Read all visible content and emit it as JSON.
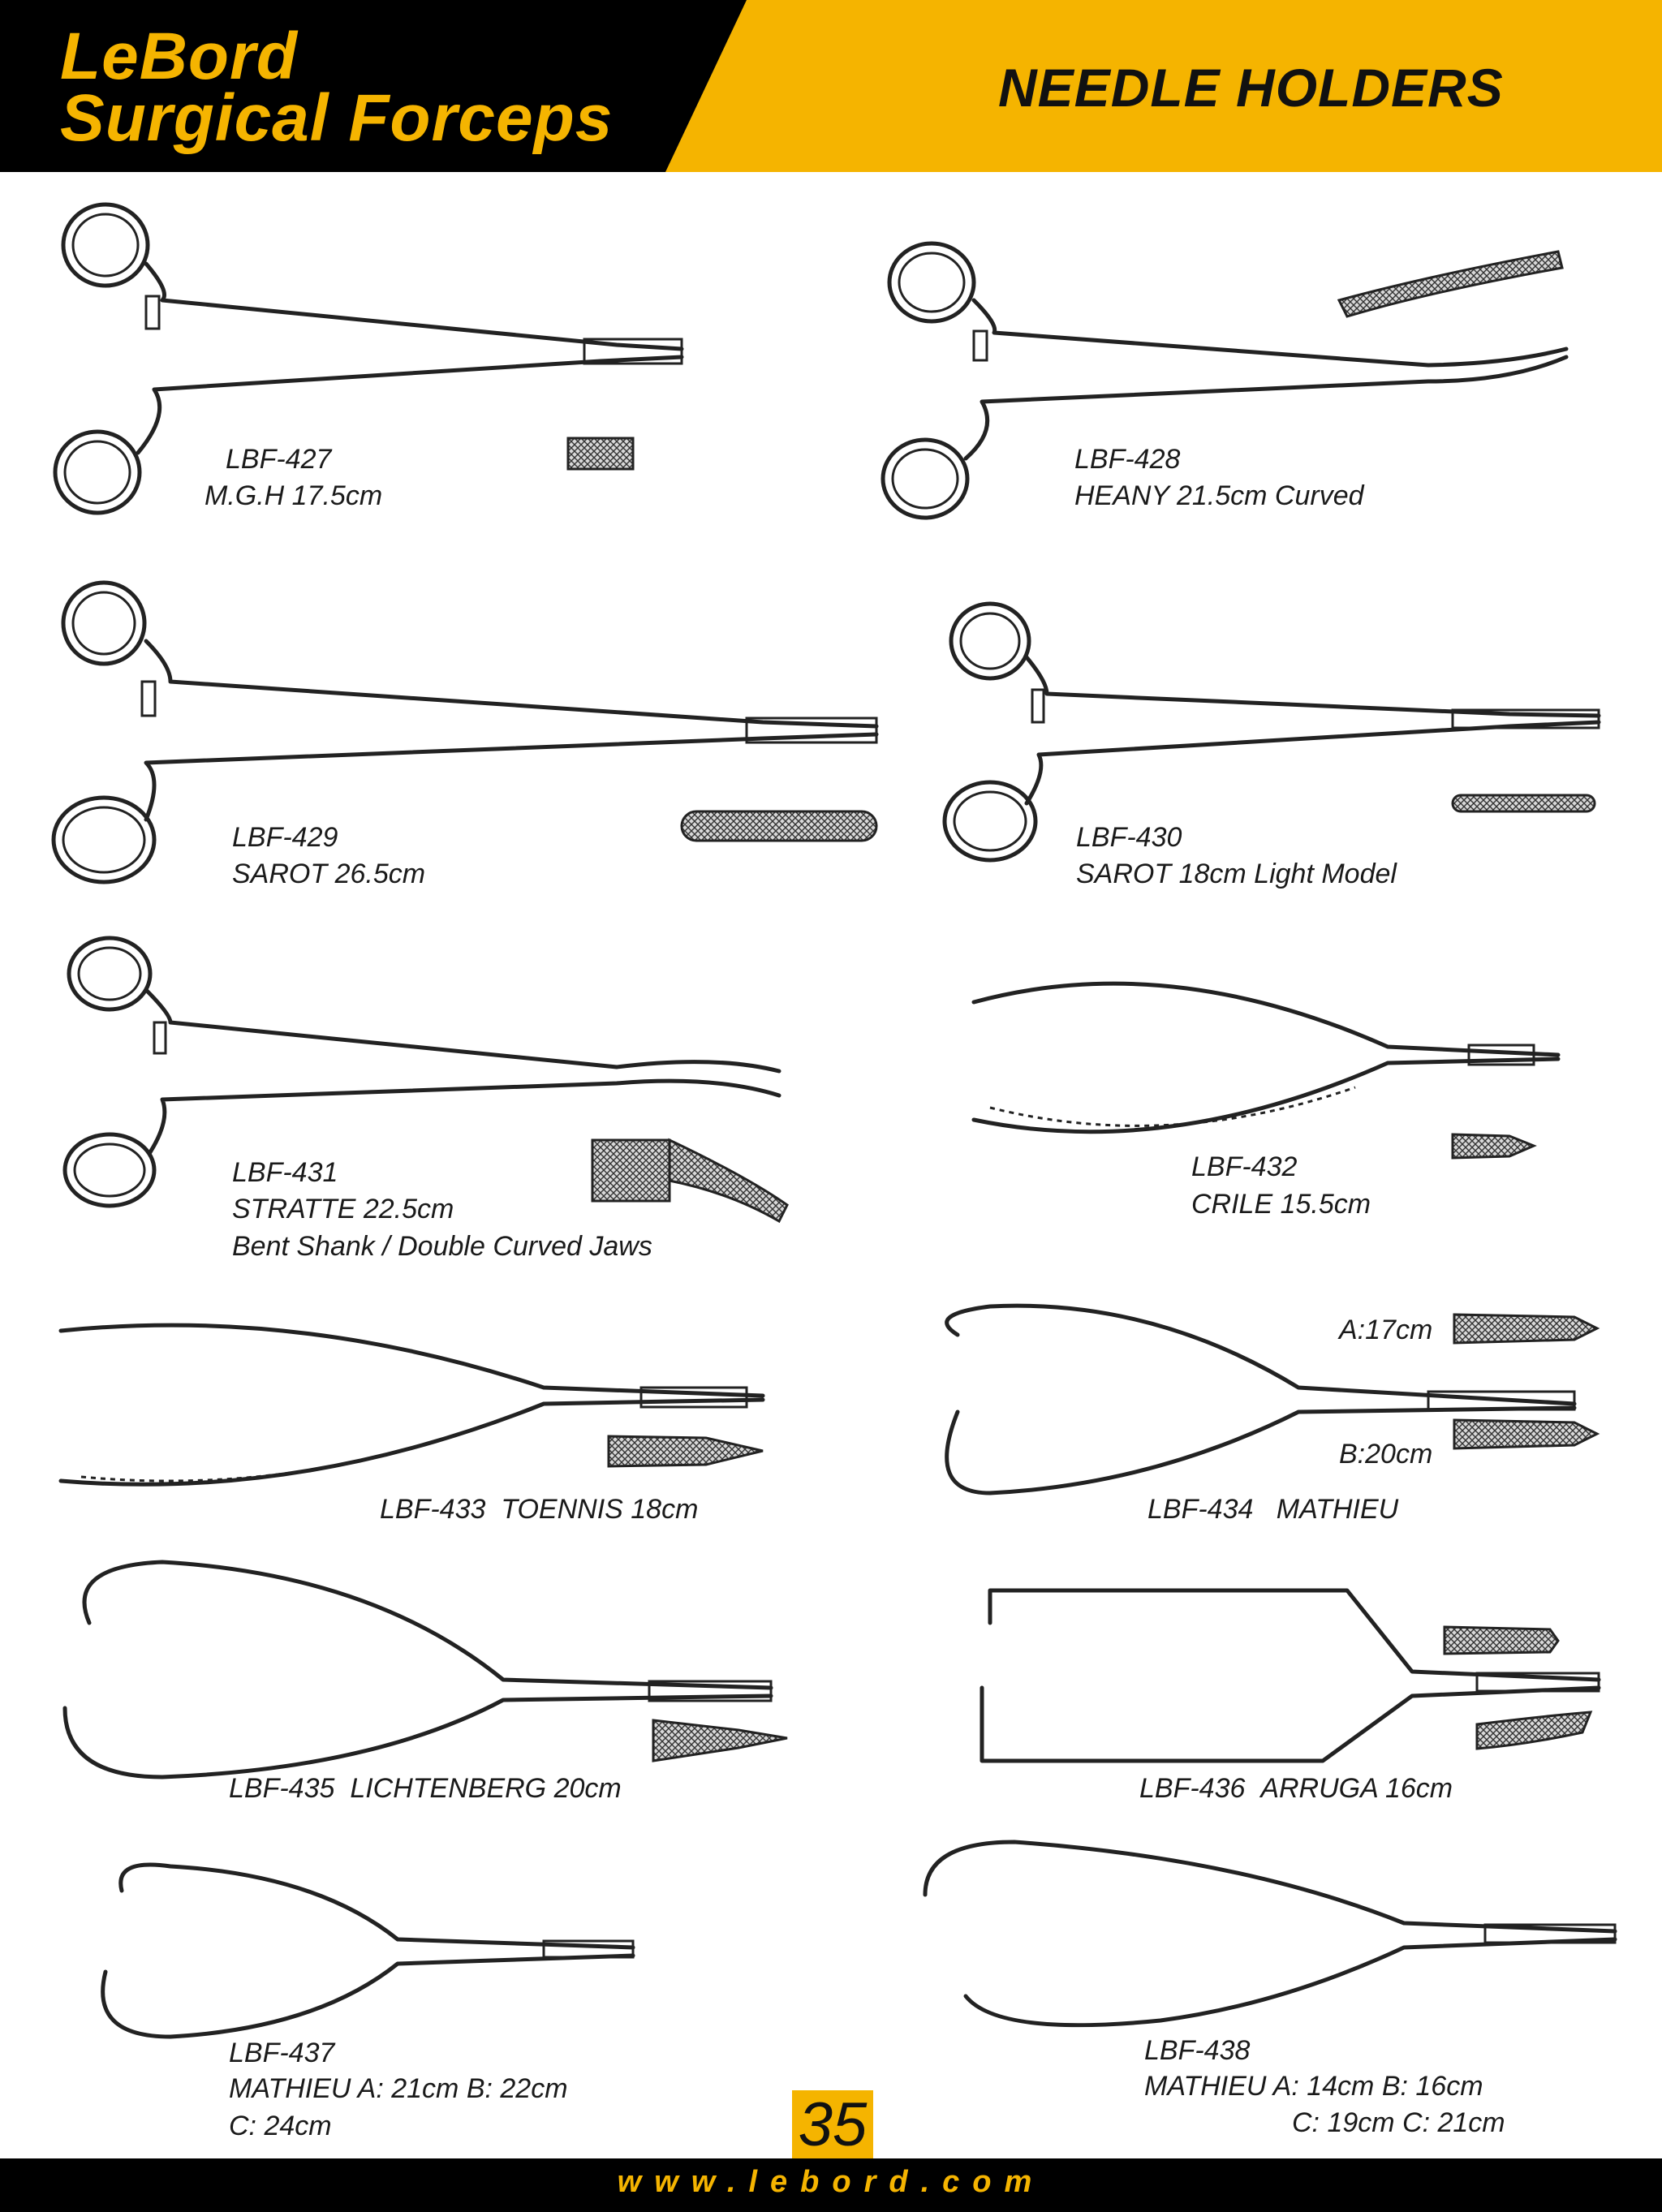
{
  "header": {
    "brand_line1": "LeBord",
    "brand_line2": "Surgical Forceps",
    "section_title": "NEEDLE HOLDERS",
    "brand_color": "#f5b400"
  },
  "products": [
    {
      "code": "LBF-427",
      "desc": "M.G.H   17.5cm"
    },
    {
      "code": "LBF-428",
      "desc": "HEANY   21.5cm  Curved"
    },
    {
      "code": "LBF-429",
      "desc": "SAROT  26.5cm"
    },
    {
      "code": "LBF-430",
      "desc": "SAROT    18cm Light Model"
    },
    {
      "code": "LBF-431",
      "desc": "STRATTE  22.5cm",
      "note": "Bent Shank / Double Curved Jaws"
    },
    {
      "code": "LBF-432",
      "desc": "CRILE    15.5cm"
    },
    {
      "code": "LBF-433",
      "desc": "TOENNIS  18cm"
    },
    {
      "code": "LBF-434",
      "desc": "MATHIEU",
      "size_a": "A:17cm",
      "size_b": "B:20cm"
    },
    {
      "code": "LBF-435",
      "desc": "LICHTENBERG  20cm"
    },
    {
      "code": "LBF-436",
      "desc": "ARRUGA  16cm"
    },
    {
      "code": "LBF-437",
      "desc": "MATHIEU  A: 21cm   B: 22cm",
      "line3": "C: 24cm"
    },
    {
      "code": "LBF-438",
      "desc": "MATHIEU  A: 14cm   B: 16cm",
      "line3": "C: 19cm   C: 21cm"
    }
  ],
  "footer": {
    "page_number": "35",
    "url": "www.lebord.com"
  }
}
